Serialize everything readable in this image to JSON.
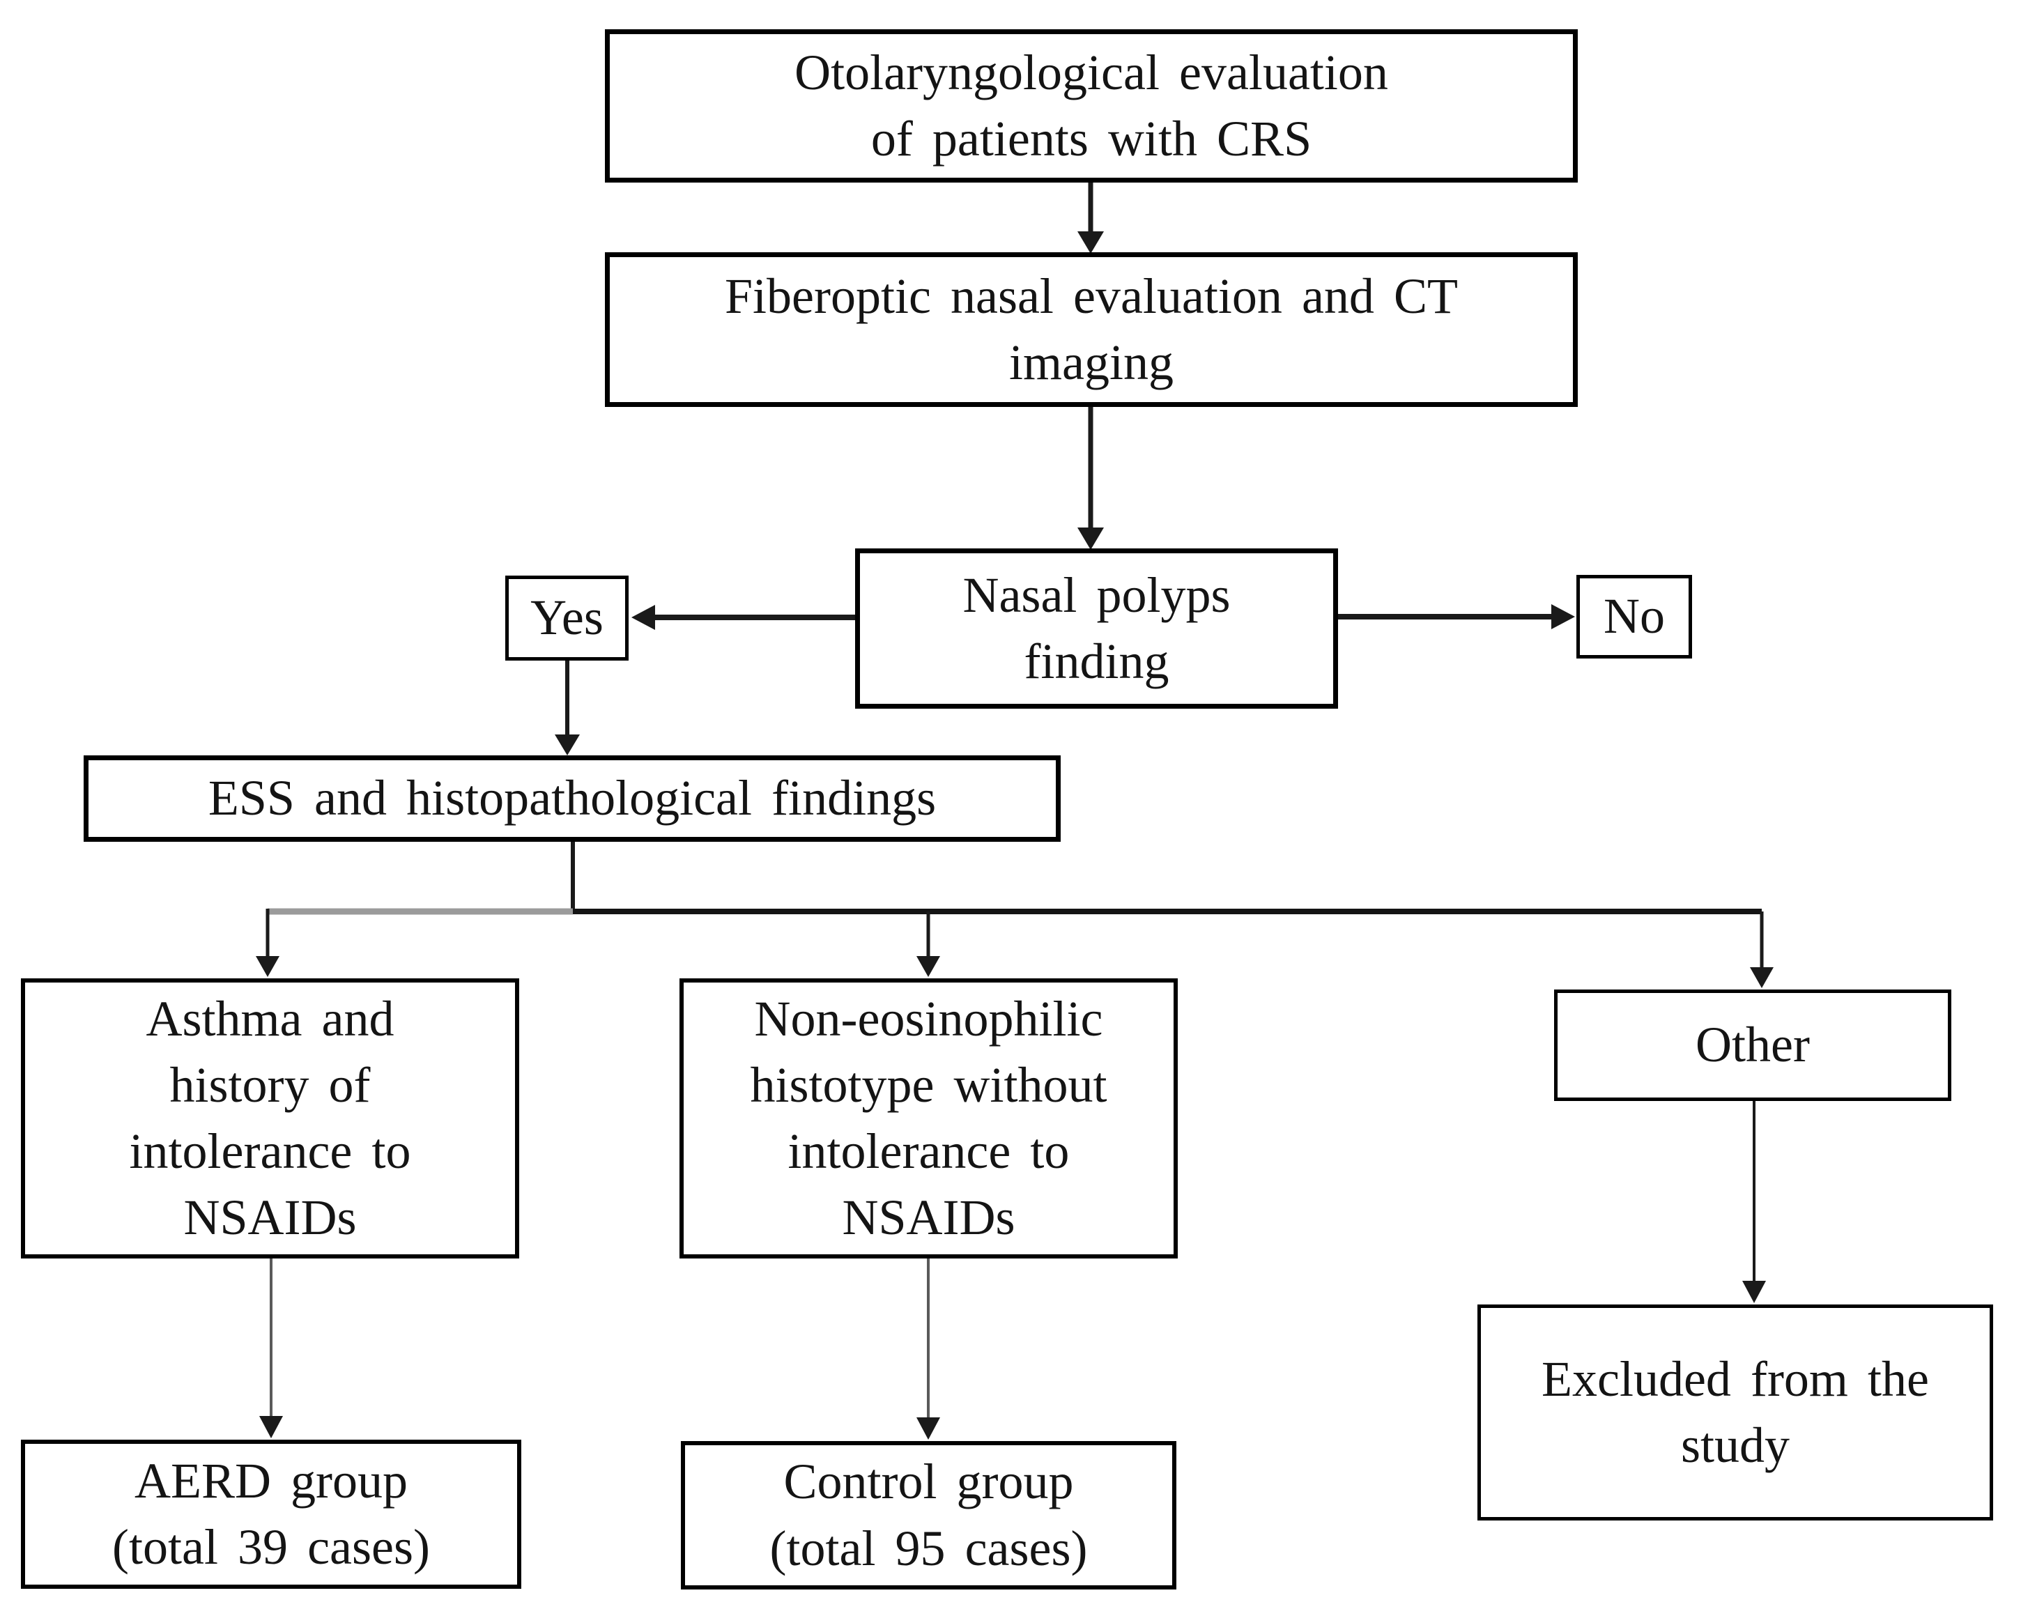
{
  "diagram": {
    "type": "flowchart",
    "background_color": "#ffffff",
    "box_border_color": "#000000",
    "text_color": "#141414",
    "connector_color": "#1a1a1a",
    "connector_gray_color": "#9b9b9b",
    "connector_thin_gray_color": "#5a5a5a",
    "nodes": {
      "evaluation": {
        "label": "Otolaryngological evaluation\nof patients with CRS"
      },
      "fiberoptic": {
        "label": "Fiberoptic nasal evaluation and CT\nimaging"
      },
      "polyps": {
        "label": "Nasal polyps\nfinding"
      },
      "yes": {
        "label": "Yes"
      },
      "no": {
        "label": "No"
      },
      "ess": {
        "label": "ESS and histopathological findings"
      },
      "asthma": {
        "label": "Asthma and\nhistory of\nintolerance to\nNSAIDs"
      },
      "noneos": {
        "label": "Non-eosinophilic\nhistotype without\nintolerance to\nNSAIDs"
      },
      "other": {
        "label": "Other"
      },
      "aerd": {
        "label": "AERD group\n(total 39 cases)"
      },
      "control": {
        "label": "Control group\n(total 95 cases)"
      },
      "excluded": {
        "label": "Excluded from the\nstudy"
      }
    },
    "edges": [
      {
        "from": "evaluation",
        "to": "fiberoptic"
      },
      {
        "from": "fiberoptic",
        "to": "polyps"
      },
      {
        "from": "polyps",
        "to": "yes"
      },
      {
        "from": "polyps",
        "to": "no"
      },
      {
        "from": "yes",
        "to": "ess"
      },
      {
        "from": "ess",
        "to": "asthma"
      },
      {
        "from": "ess",
        "to": "noneos"
      },
      {
        "from": "ess",
        "to": "other"
      },
      {
        "from": "asthma",
        "to": "aerd"
      },
      {
        "from": "noneos",
        "to": "control"
      },
      {
        "from": "other",
        "to": "excluded"
      }
    ]
  }
}
